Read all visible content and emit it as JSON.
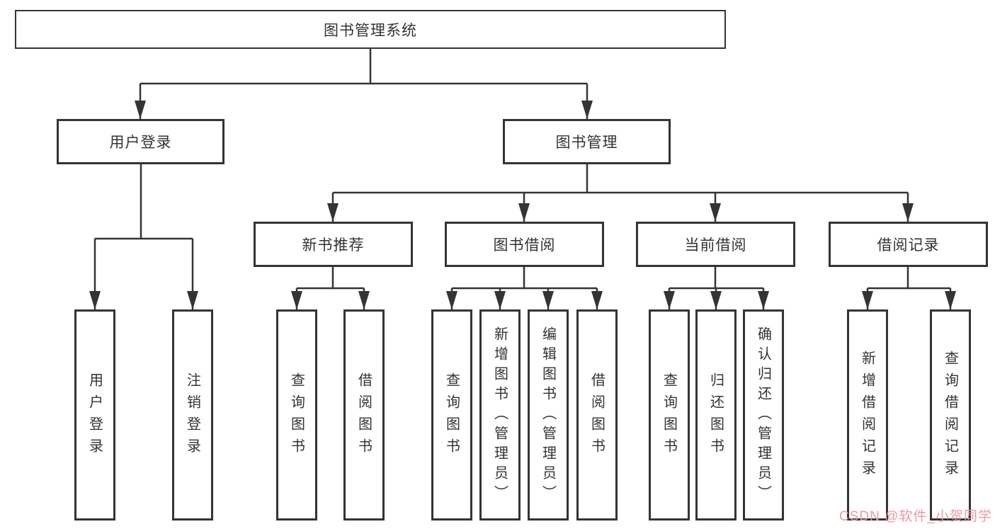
{
  "diagram_title": "图书管理系统",
  "colors": {
    "line": "#343434",
    "box_border": "#343434",
    "text": "#333333",
    "background": "#ffffff",
    "watermark": "#ec9b9e"
  },
  "watermark": {
    "text": "CSDN @软件_小贺同学"
  },
  "tree": {
    "label": "图书管理系统",
    "children": [
      {
        "label": "用户登录",
        "children": [
          {
            "label": "用户登录"
          },
          {
            "label": "注销登录"
          }
        ]
      },
      {
        "label": "图书管理",
        "children": [
          {
            "label": "新书推荐",
            "children": [
              {
                "label": "查询图书"
              },
              {
                "label": "借阅图书"
              }
            ]
          },
          {
            "label": "图书借阅",
            "children": [
              {
                "label": "查询图书"
              },
              {
                "label": "新增图书（管理员）"
              },
              {
                "label": "编辑图书（管理员）"
              },
              {
                "label": "借阅图书"
              }
            ]
          },
          {
            "label": "当前借阅",
            "children": [
              {
                "label": "查询图书"
              },
              {
                "label": "归还图书"
              },
              {
                "label": "确认归还（管理员）"
              }
            ]
          },
          {
            "label": "借阅记录",
            "children": [
              {
                "label": "新增借阅记录"
              },
              {
                "label": "查询借阅记录"
              }
            ]
          }
        ]
      }
    ]
  }
}
